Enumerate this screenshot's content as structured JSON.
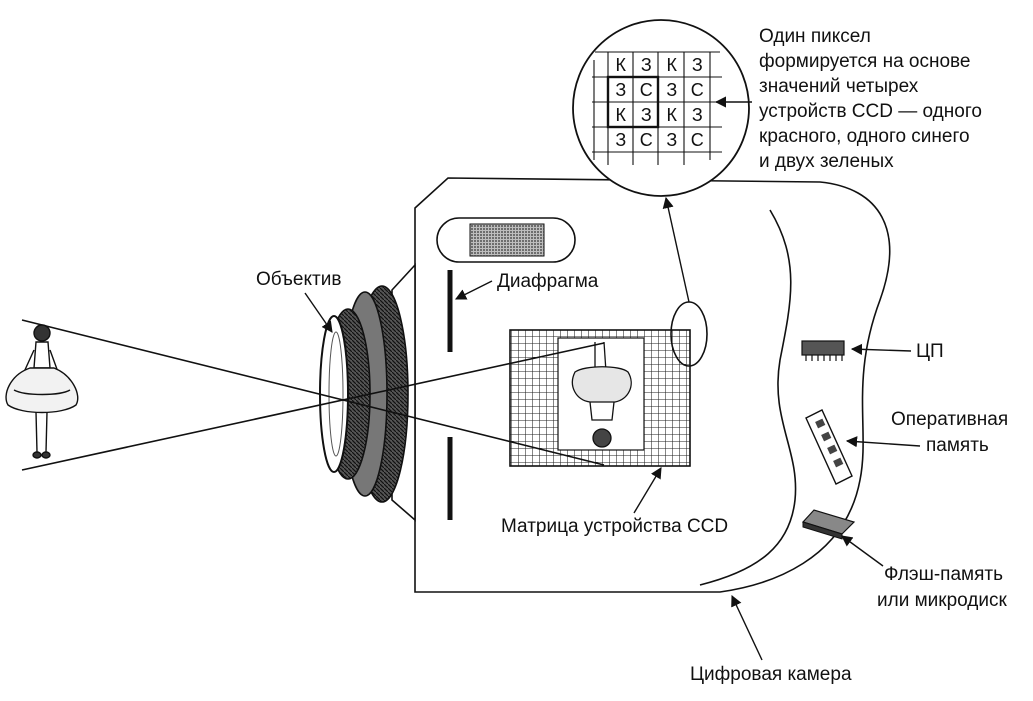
{
  "labels": {
    "pixel_note": [
      "Один пиксел",
      "формируется на основе",
      "значений четырех",
      "устройств CCD — одного",
      "красного, одного синего",
      "и двух зеленых"
    ],
    "lens": "Объектив",
    "aperture": "Диафрагма",
    "cpu": "ЦП",
    "ram": [
      "Оперативная",
      "память"
    ],
    "ccd_matrix": "Матрица устройства CCD",
    "flash": [
      "Флэш-память",
      "или микродиск"
    ],
    "camera": "Цифровая камера"
  },
  "pixel_grid": [
    [
      "К",
      "З",
      "К",
      "З"
    ],
    [
      "З",
      "С",
      "З",
      "С"
    ],
    [
      "К",
      "З",
      "К",
      "З"
    ],
    [
      "З",
      "С",
      "З",
      "С"
    ]
  ],
  "colors": {
    "ink": "#111111",
    "paper": "#ffffff",
    "shade": "#9a9a9a"
  }
}
